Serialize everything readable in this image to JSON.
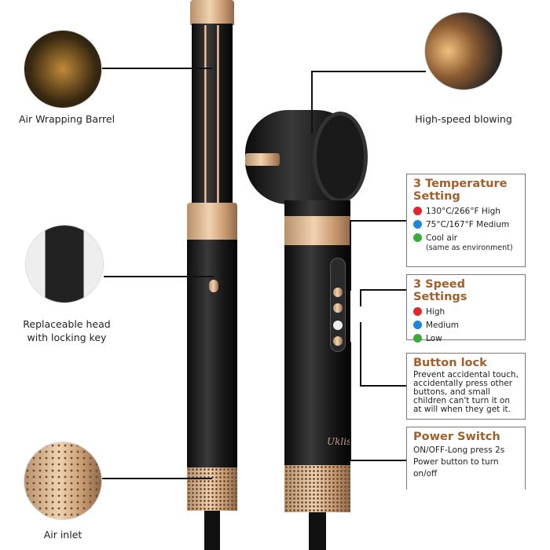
{
  "callouts_left": [
    {
      "label": "Air Wrapping Barrel"
    },
    {
      "label": "Replaceable head\nwith locking key"
    },
    {
      "label": "Air inlet"
    }
  ],
  "callout_top_right": {
    "label": "High-speed blowing"
  },
  "temperature": {
    "title": "3 Temperature Setting",
    "items": [
      {
        "text": "130°C/266°F High",
        "color": "#e0262e"
      },
      {
        "text": "75°C/167°F Medium",
        "color": "#1e88d8"
      },
      {
        "text": "Cool air",
        "sub": "(same as environment)",
        "color": "#3aaa3a"
      }
    ]
  },
  "speed": {
    "title": "3 Speed Settings",
    "items": [
      {
        "text": "High",
        "color": "#e0262e"
      },
      {
        "text": "Medium",
        "color": "#1e88d8"
      },
      {
        "text": "Low",
        "color": "#3aaa3a"
      }
    ]
  },
  "button_lock": {
    "title": "Button lock",
    "text": "Prevent accidental touch, accidentally press other buttons, and small children can't turn it on at will when they get it."
  },
  "power_switch": {
    "title": "Power Switch",
    "text": "ON/OFF-Long press 2s Power button to turn on/off"
  },
  "logo": "Uklis"
}
